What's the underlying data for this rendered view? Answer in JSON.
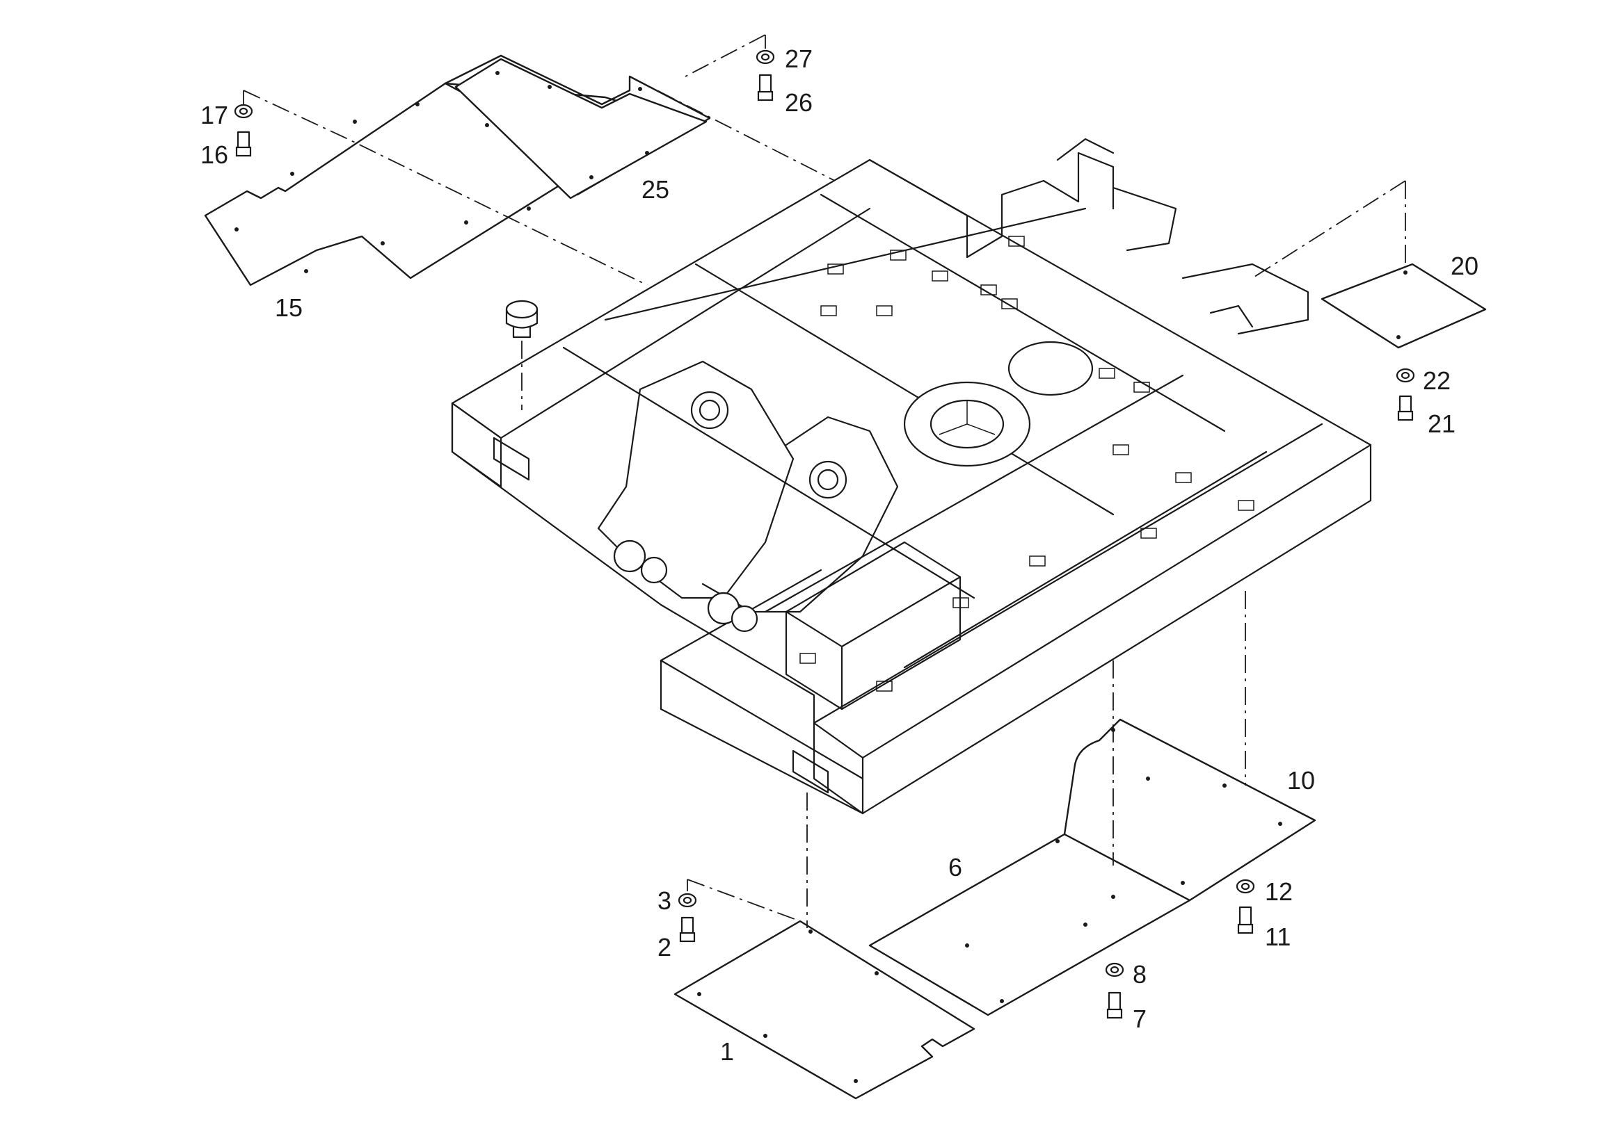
{
  "diagram": {
    "callouts": {
      "c1": "1",
      "c2": "2",
      "c3": "3",
      "c6": "6",
      "c7": "7",
      "c8": "8",
      "c10": "10",
      "c11": "11",
      "c12": "12",
      "c15": "15",
      "c16": "16",
      "c17": "17",
      "c20": "20",
      "c21": "21",
      "c22": "22",
      "c25": "25",
      "c26": "26",
      "c27": "27"
    }
  }
}
